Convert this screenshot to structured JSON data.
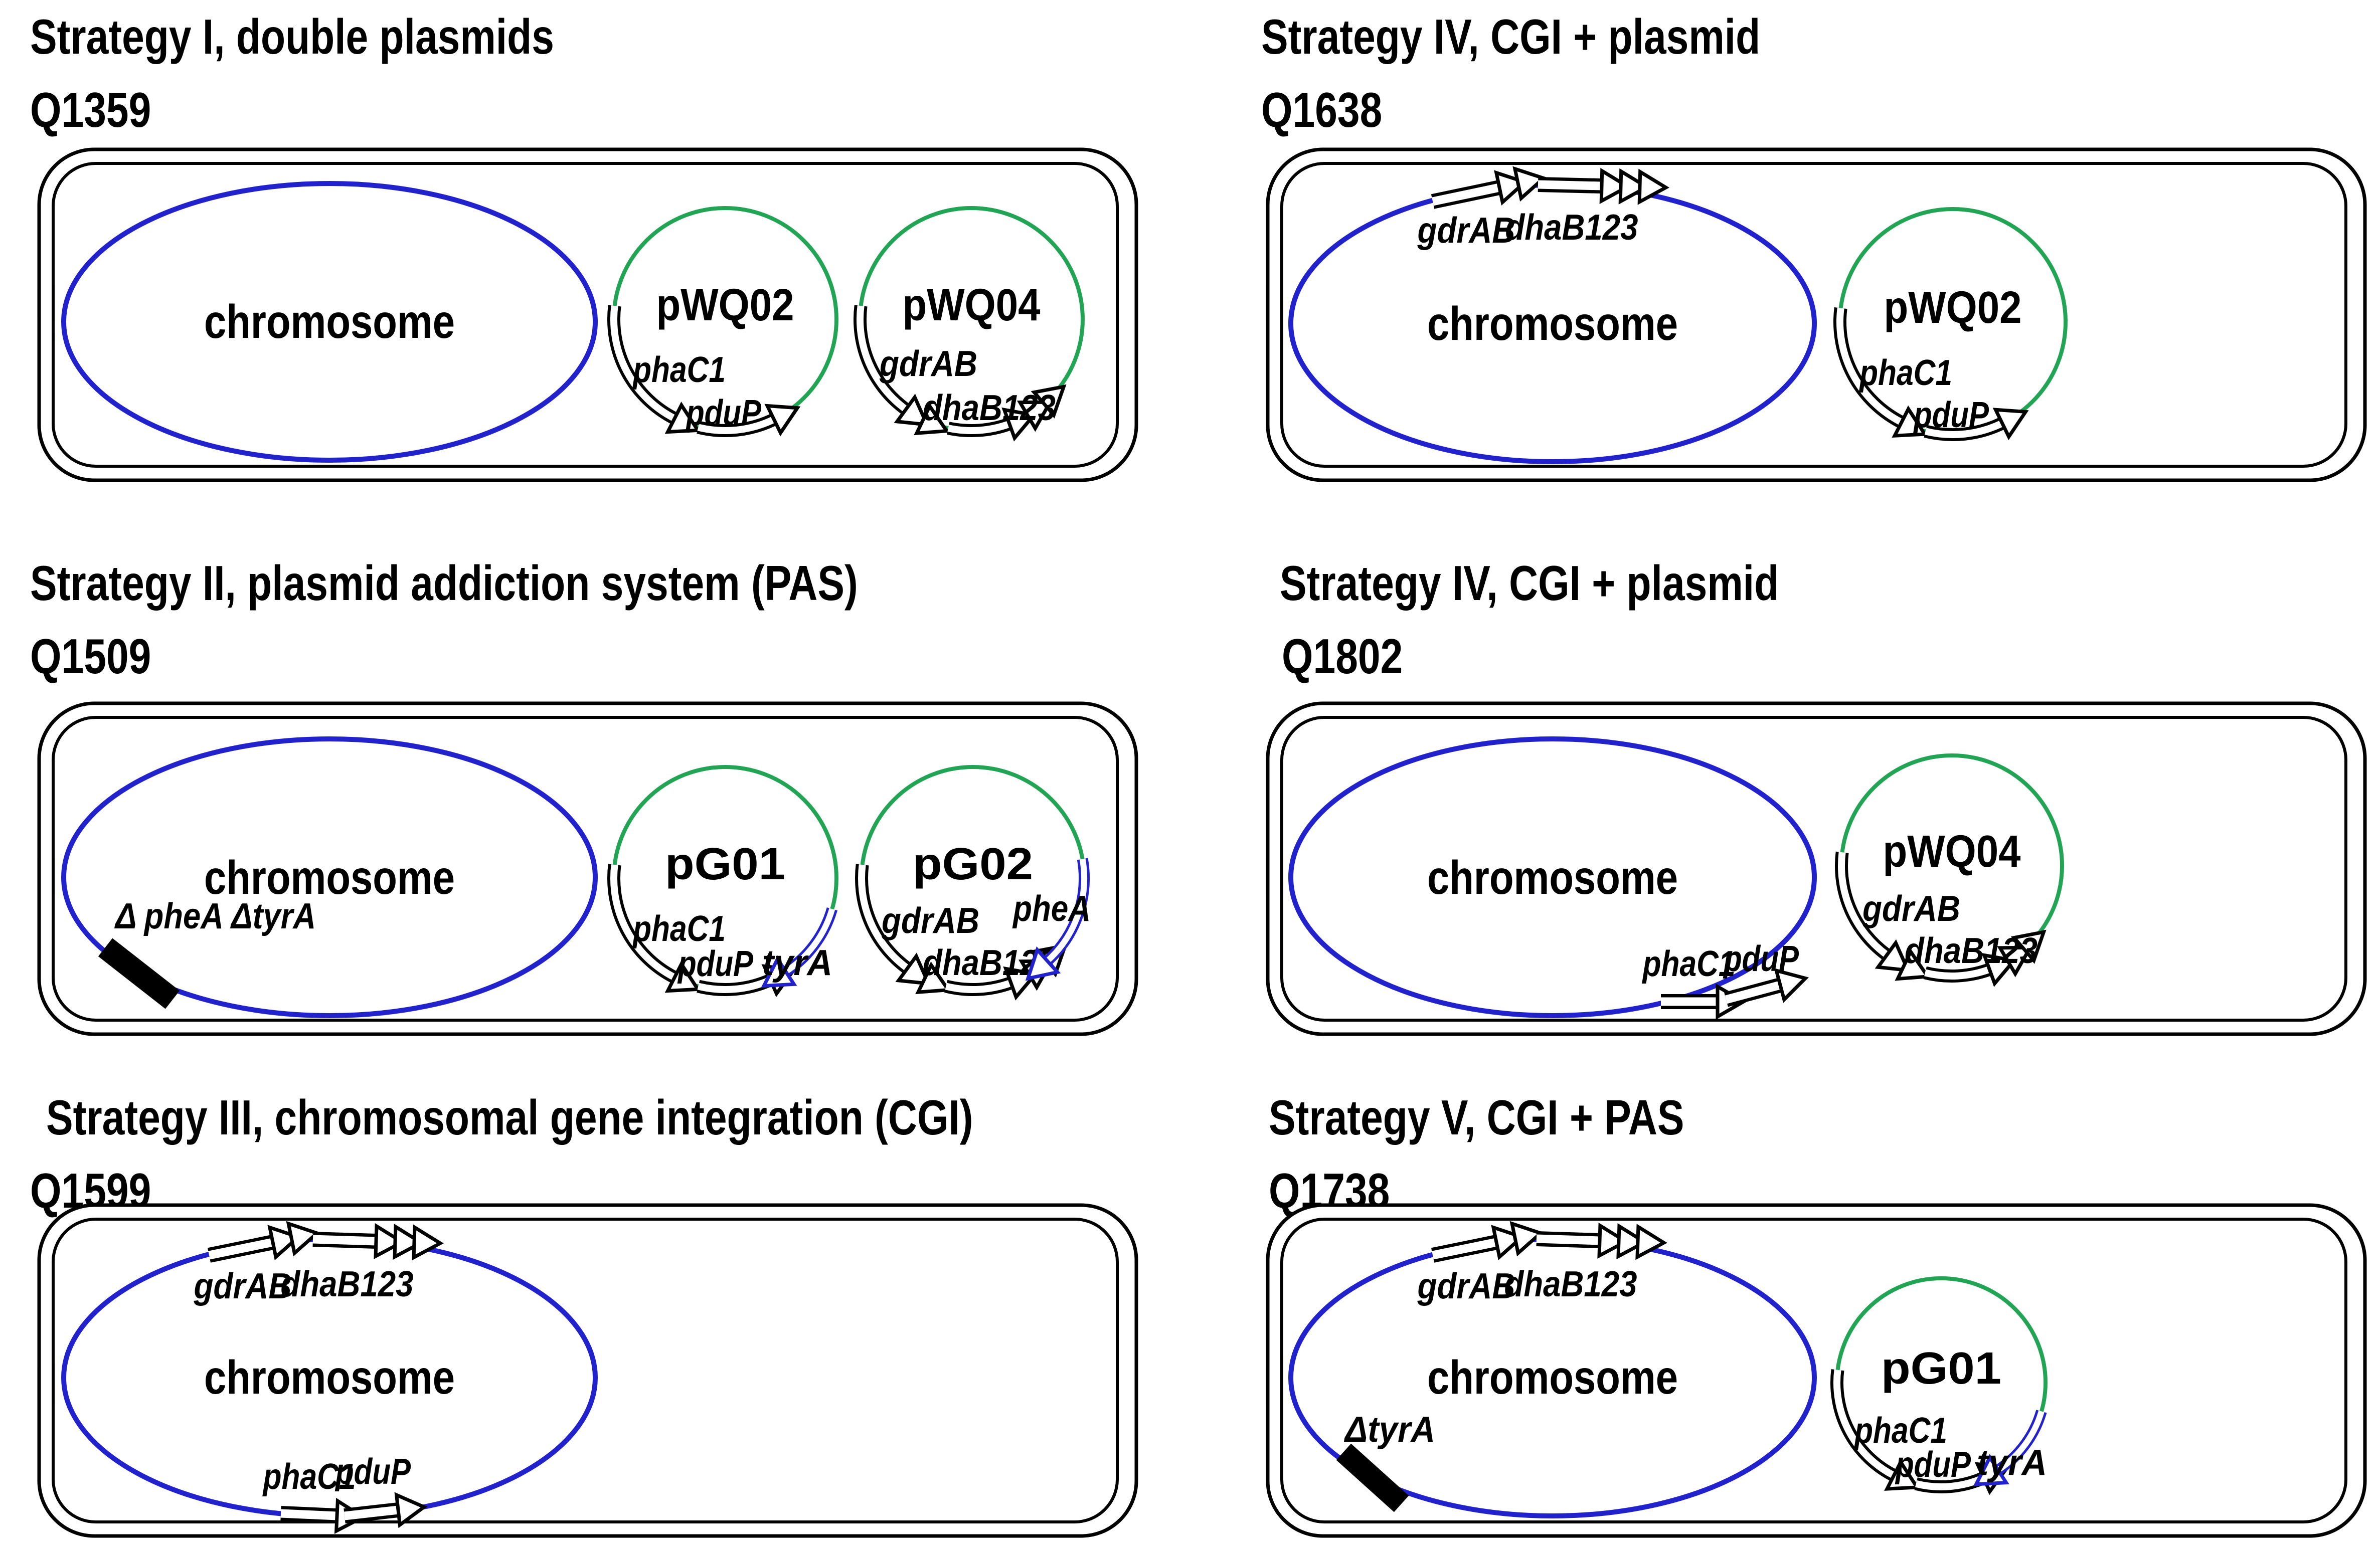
{
  "figure": {
    "description_visible_text_only": true,
    "colors": {
      "chromosome_blue": "#2222CC",
      "plasmid_green": "#22A455",
      "pas_gene_blue": "#2222CC",
      "outline_black": "#000000",
      "background": "#FFFFFF"
    }
  },
  "panels": [
    {
      "title": "Strategy I, double plasmids",
      "strain": "Q1359",
      "chromosome": {
        "label": "chromosome"
      },
      "plasmids": [
        {
          "name": "pWQ02",
          "genes": {
            "g1": "phaC1",
            "g2": "pduP"
          }
        },
        {
          "name": "pWQ04",
          "genes": {
            "g1": "gdrAB",
            "g2": "dhaB123"
          }
        }
      ]
    },
    {
      "title": "Strategy IV, CGI + plasmid",
      "strain": "Q1638",
      "chromosome": {
        "label": "chromosome",
        "genes_top": {
          "g1": "gdrAB",
          "g2": "dhaB123"
        }
      },
      "plasmids": [
        {
          "name": "pWQ02",
          "genes": {
            "g1": "phaC1",
            "g2": "pduP"
          }
        }
      ]
    },
    {
      "title": "Strategy II, plasmid addiction system (PAS)",
      "strain": "Q1509",
      "chromosome": {
        "label": "chromosome",
        "deletion": "Δ pheA ΔtyrA"
      },
      "plasmids": [
        {
          "name": "pG01",
          "genes": {
            "g1": "phaC1",
            "g2": "pduP",
            "g3": "tyrA"
          }
        },
        {
          "name": "pG02",
          "genes": {
            "g1": "gdrAB",
            "g2": "dhaB123",
            "g3": "pheA"
          }
        }
      ]
    },
    {
      "title": "Strategy IV, CGI + plasmid",
      "strain": "Q1802",
      "chromosome": {
        "label": "chromosome",
        "genes_bottom": {
          "g1": "phaC1",
          "g2": "pduP"
        }
      },
      "plasmids": [
        {
          "name": "pWQ04",
          "genes": {
            "g1": "gdrAB",
            "g2": "dhaB123"
          }
        }
      ]
    },
    {
      "title": "Strategy III, chromosomal gene integration (CGI)",
      "strain": "Q1599",
      "chromosome": {
        "label": "chromosome",
        "genes_top": {
          "g1": "gdrAB",
          "g2": "dhaB123"
        },
        "genes_bottom": {
          "g1": "phaC1",
          "g2": "pduP"
        }
      },
      "plasmids": []
    },
    {
      "title": "Strategy V, CGI + PAS",
      "strain": "Q1738",
      "chromosome": {
        "label": "chromosome",
        "genes_top": {
          "g1": "gdrAB",
          "g2": "dhaB123"
        },
        "deletion": "ΔtyrA"
      },
      "plasmids": [
        {
          "name": "pG01",
          "genes": {
            "g1": "phaC1",
            "g2": "pduP",
            "g3": "tyrA"
          }
        }
      ]
    }
  ]
}
